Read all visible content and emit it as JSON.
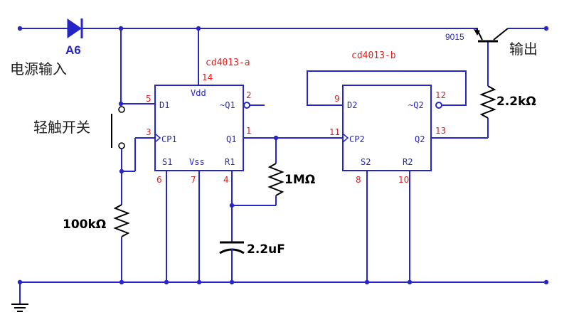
{
  "colors": {
    "wire": "#2626c8",
    "pin_number": "#e02020",
    "component": "#000000"
  },
  "labels": {
    "diode_name": "A6",
    "power_input": "电源输入",
    "switch_name": "轻触开关",
    "transistor_name": "9015",
    "output": "输出",
    "chip_a_name": "cd4013-a",
    "chip_b_name": "cd4013-b",
    "r_pulldown": "100kΩ",
    "r_timing": "1MΩ",
    "c_timing": "2.2uF",
    "r_base": "2.2kΩ"
  },
  "chip_a": {
    "pins": {
      "vdd": "14",
      "d1": "5",
      "cp1": "3",
      "q1n": "2",
      "q1": "1",
      "s1": "6",
      "vss": "7",
      "r1": "4"
    },
    "pin_labels": {
      "vdd": "Vdd",
      "d1": "D1",
      "cp1": "CP1",
      "q1n": "~Q1",
      "q1": "Q1",
      "s1": "S1",
      "vss": "Vss",
      "r1": "R1"
    }
  },
  "chip_b": {
    "pins": {
      "d2": "9",
      "cp2": "11",
      "q2n": "12",
      "q2": "13",
      "s2": "8",
      "r2": "10"
    },
    "pin_labels": {
      "d2": "D2",
      "cp2": "CP2",
      "q2n": "~Q2",
      "q2": "Q2",
      "s2": "S2",
      "r2": "R2"
    }
  }
}
